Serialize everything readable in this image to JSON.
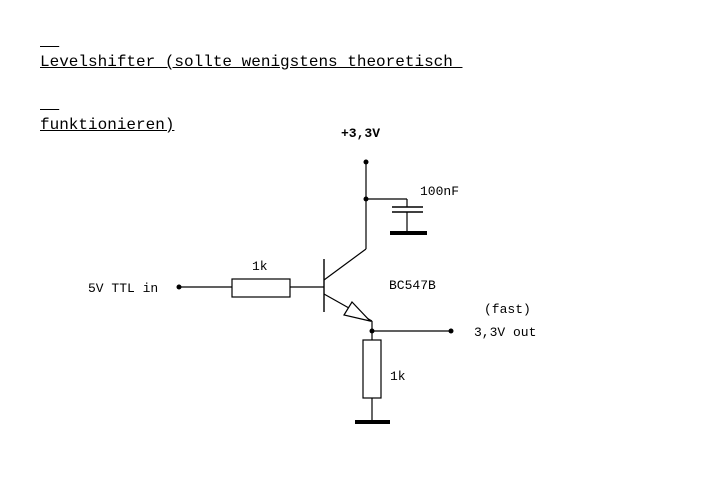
{
  "title": {
    "line1": "Levelshifter (sollte wenigstens theoretisch ",
    "line2": "funktionieren)"
  },
  "labels": {
    "supply": "+3,3V",
    "capacitor": "100nF",
    "transistor": "BC547B",
    "input": "5V TTL in",
    "base_resistor": "1k",
    "emitter_resistor": "1k",
    "speed_note": "(fast)",
    "output": "3,3V out"
  }
}
